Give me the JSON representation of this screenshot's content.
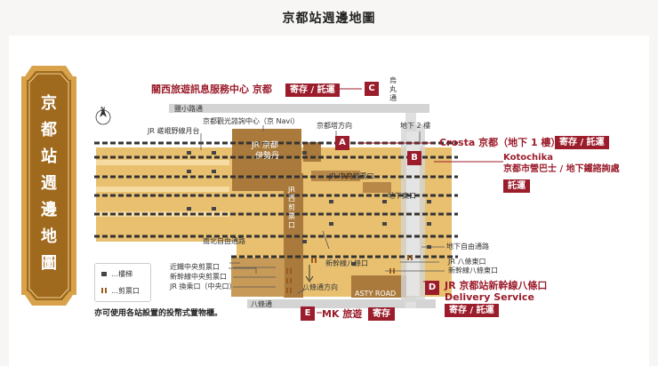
{
  "page_title": "京都站週邊地圖",
  "side_title": [
    "京",
    "都",
    "站",
    "週",
    "邊",
    "地",
    "圖"
  ],
  "streets": {
    "shiokoji": "鹽小路通",
    "hachijo": "八條通",
    "karasuma": [
      "烏",
      "丸",
      "通"
    ]
  },
  "labels": {
    "sagano_platform": "JR 嵯峨野線月台",
    "kyoto_navi": "京都觀光諮詢中心（京 Navi）",
    "isetan": [
      "JR 京都",
      "伊勢丹"
    ],
    "tower_direction": "京都塔方向",
    "underground2": "地下 2 樓",
    "central_gate": "JR 中央剪票口",
    "west_gate": [
      "JR",
      "西",
      "剪",
      "票",
      "口"
    ],
    "chika_east": "地下東口",
    "south_north_passage": "南北自由通路",
    "chika_passage": "地下自由通路",
    "hachijo_east_gate": "JR 八條東口",
    "shinkansen_hachijo_gate": "新幹線八條口",
    "shinkansen_hachijo_east": "新幹線八條東口",
    "kintetsu_gate": "近鐵中央剪票口",
    "shinkansen_central_gate": "新幹線中央剪票口",
    "jr_transfer_gate": "JR 換乘口（中央口）",
    "hachijo_direction": "八條通方向",
    "asty_road": "ASTY ROAD",
    "north": "N"
  },
  "callouts": {
    "C": {
      "letter": "C",
      "name": "關西旅遊訊息服務中心 京都",
      "tag": "寄存 / 託運"
    },
    "A": {
      "letter": "A",
      "name": "Crosta 京都（地下 1 樓）",
      "tag": "寄存 / 託運"
    },
    "B": {
      "letter": "B",
      "name1": "Kotochika",
      "name2": "京都市營巴士 / 地下鐵諮詢處",
      "tag": "託運"
    },
    "D": {
      "letter": "D",
      "name1": "JR 京都站新幹線八條口",
      "name2": "Delivery Service",
      "tag": "寄存 / 託運"
    },
    "E": {
      "letter": "E",
      "name": "MK 旅遊",
      "tag": "寄存"
    }
  },
  "legend": {
    "stairs": "…樓梯",
    "gate": "…剪票口"
  },
  "footnote": "亦可使用各站設置的投幣式置物櫃。",
  "colors": {
    "accent": "#9b1c2b",
    "building": "#e8c070",
    "brown": "#a97a3c",
    "gray": "#d4d4d4",
    "frame": "#d8a24a"
  }
}
